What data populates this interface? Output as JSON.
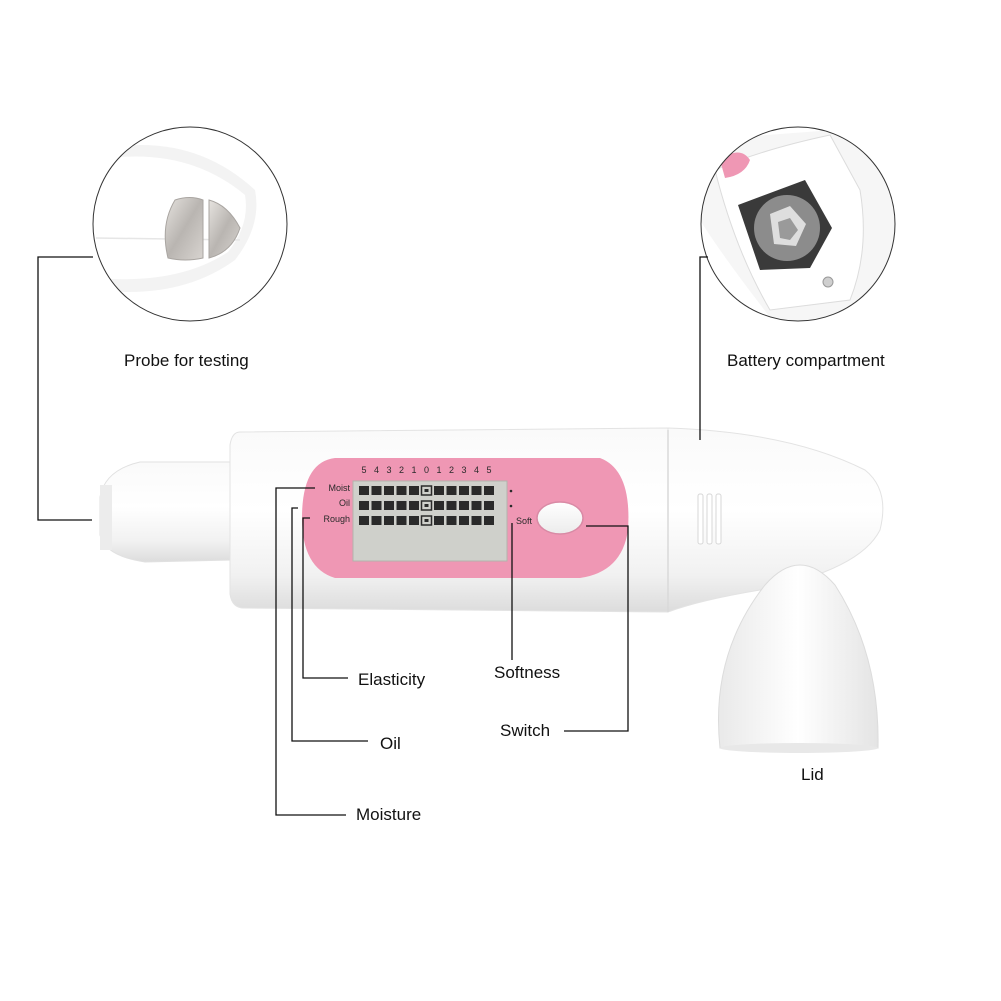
{
  "colors": {
    "pink": "#ef97b4",
    "pink_dark": "#e47ea1",
    "lcd_bg": "#cfd0cb",
    "body_white": "#ffffff",
    "body_shadow": "#e3e3e3",
    "metal": "#c8c5c2",
    "leader_line": "#111111"
  },
  "callouts": {
    "probe": "Probe for testing",
    "battery": "Battery compartment",
    "elasticity": "Elasticity",
    "softness": "Softness",
    "oil": "Oil",
    "switch": "Switch",
    "moisture": "Moisture",
    "lid": "Lid"
  },
  "panel": {
    "scale": [
      "5",
      "4",
      "3",
      "2",
      "1",
      "0",
      "1",
      "2",
      "3",
      "4",
      "5"
    ],
    "row_labels": [
      "Moist",
      "Oil",
      "Rough"
    ],
    "right_label": "Soft"
  },
  "icons": {
    "probe_detail": "probe-tip-icon",
    "battery_detail": "battery-compartment-icon",
    "power_button": "power-button-icon",
    "lid": "lid-cap-icon"
  }
}
